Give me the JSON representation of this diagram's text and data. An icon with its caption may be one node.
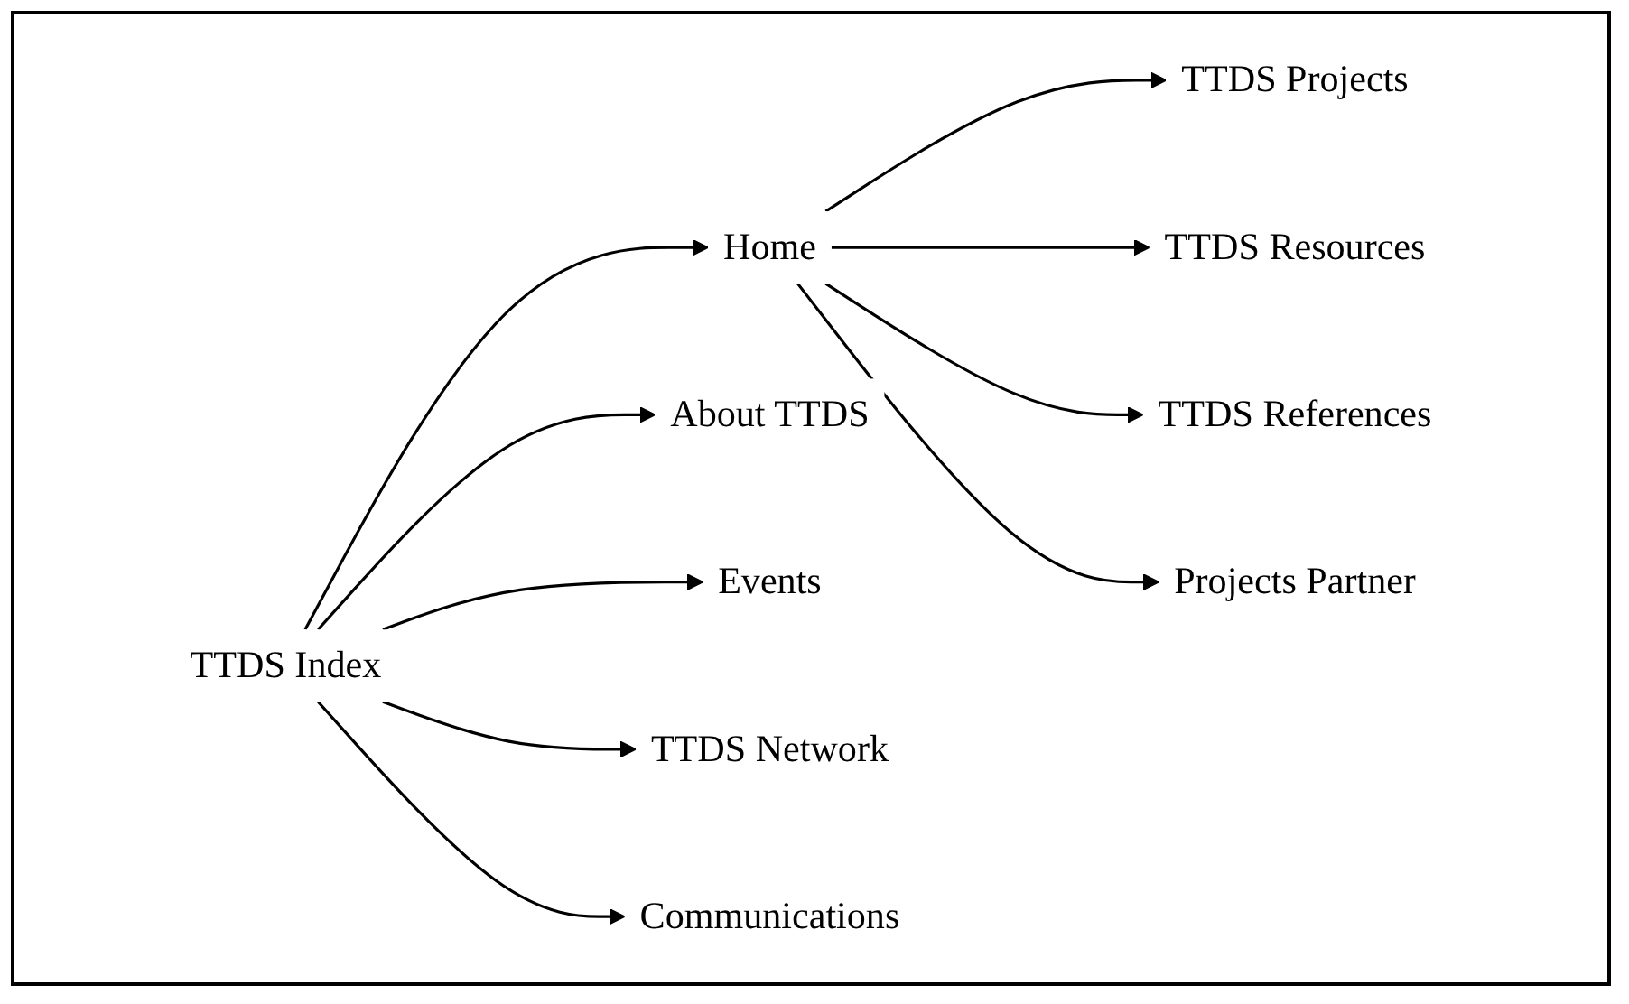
{
  "diagram": {
    "nodes": [
      {
        "text": [
          "TTDS Index"
        ]
      },
      {
        "text": [
          "Home"
        ]
      },
      {
        "text": [
          "About TTDS"
        ]
      },
      {
        "text": [
          "Events"
        ]
      },
      {
        "text": [
          "TTDS Network"
        ]
      },
      {
        "text": [
          "Communications"
        ]
      },
      {
        "text": [
          "TTDS Projects"
        ]
      },
      {
        "text": [
          "TTDS Resources"
        ]
      },
      {
        "text": [
          "TTDS References"
        ]
      },
      {
        "text": [
          "Projects Partner"
        ]
      }
    ],
    "edges": [
      {
        "from": 0,
        "to": 1,
        "arrow": "to"
      },
      {
        "from": 0,
        "to": 2,
        "arrow": "to"
      },
      {
        "from": 0,
        "to": 3,
        "arrow": "to"
      },
      {
        "from": 0,
        "to": 4,
        "arrow": "to"
      },
      {
        "from": 0,
        "to": 5,
        "arrow": "to"
      },
      {
        "from": 1,
        "to": 6,
        "arrow": "to"
      },
      {
        "from": 1,
        "to": 7,
        "arrow": "to"
      },
      {
        "from": 1,
        "to": 8,
        "arrow": "to"
      },
      {
        "from": 1,
        "to": 9,
        "arrow": "to"
      }
    ]
  }
}
